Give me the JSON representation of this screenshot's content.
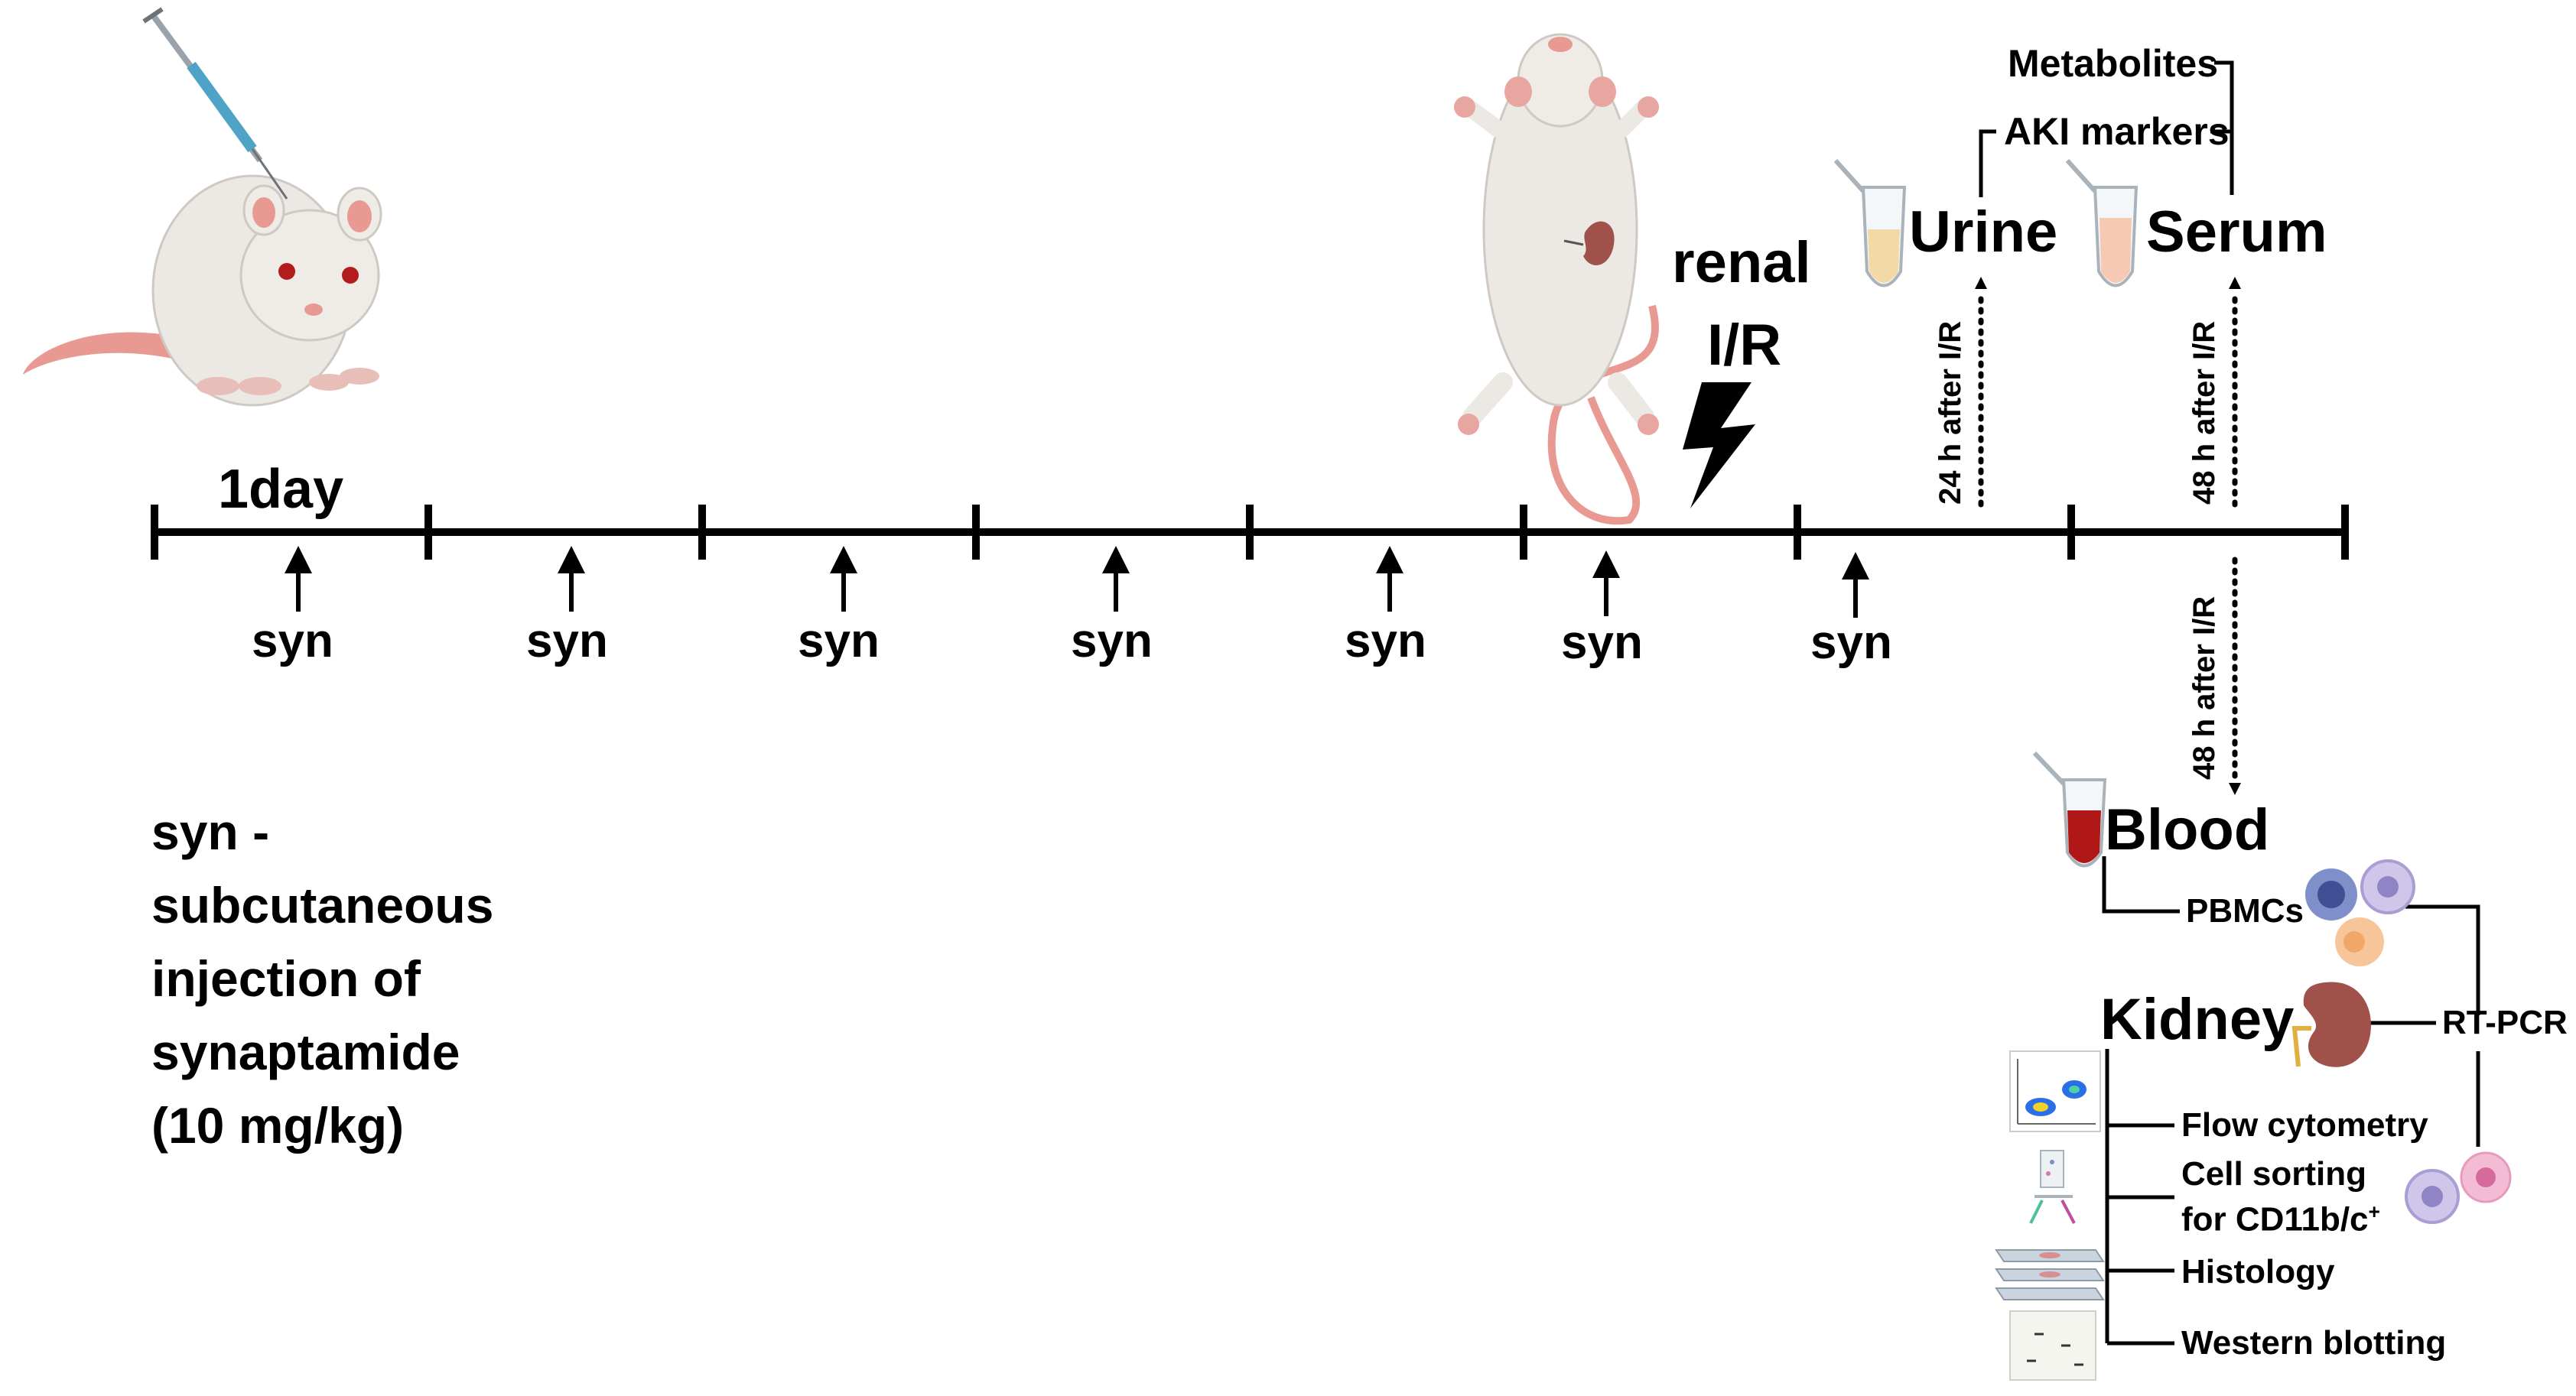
{
  "timeline": {
    "day_label": "1day",
    "syn_labels": [
      "syn",
      "syn",
      "syn",
      "syn",
      "syn",
      "syn",
      "syn"
    ]
  },
  "event": {
    "line1": "renal",
    "line2": "I/R"
  },
  "samples": {
    "urine": "Urine",
    "serum": "Serum",
    "blood": "Blood",
    "kidney": "Kidney",
    "aki_markers": "AKI markers",
    "metabolites": "Metabolites",
    "pbmcs": "PBMCs",
    "rt_pcr": "RT-PCR"
  },
  "time_points": {
    "urine_time": "24 h after I/R",
    "serum_time": "48 h after I/R",
    "blood_time": "48 h after I/R"
  },
  "kidney_analyses": {
    "flow": "Flow cytometry",
    "sorting_line1": "Cell sorting",
    "sorting_line2": "for CD11b/c",
    "sorting_sup": "+",
    "histology": "Histology",
    "western": "Western blotting"
  },
  "legend": {
    "line1": "syn -",
    "line2": "subcutaneous",
    "line3": "injection of",
    "line4": "synaptamide",
    "line5": "(10 mg/kg)"
  },
  "colors": {
    "urine_fill": "#f2d9a6",
    "serum_fill": "#f6c9b4",
    "blood_fill": "#b01818",
    "rat_body": "#ede9e5",
    "rat_pink": "#e89a92",
    "kidney": "#a0524a"
  },
  "icons": [
    "rat-with-syringe-icon",
    "rat-supine-icon",
    "lightning-icon",
    "urine-tube-icon",
    "serum-tube-icon",
    "blood-tube-icon",
    "kidney-icon",
    "immune-cell-icon",
    "flow-plot-icon",
    "cell-sorter-icon",
    "histology-slides-icon",
    "western-blot-icon"
  ]
}
